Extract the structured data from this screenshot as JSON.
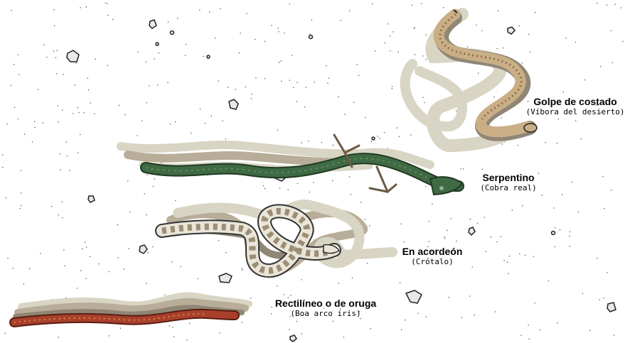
{
  "diagram": {
    "colors": {
      "background": "#ffffff",
      "shadow_light": "#d9d5c4",
      "shadow_mid": "#b8ad98",
      "shadow_dark": "#8f8676",
      "sidewinder": "#c9ae86",
      "cobra": "#3f6a44",
      "rattlesnake": "#e9e5d8",
      "boa": "#a8402c"
    },
    "snakes": [
      {
        "name": "Golpe de costado",
        "species": "(Víbora del desierto)",
        "icon": "sidewinder-snake"
      },
      {
        "name": "Serpentino",
        "species": "(Cobra real)",
        "icon": "king-cobra-snake"
      },
      {
        "name": "En acordeón",
        "species": "(Crótalo)",
        "icon": "rattlesnake-snake"
      },
      {
        "name": "Rectilíneo o de oruga",
        "species": "(Boa arco iris)",
        "icon": "rainbow-boa-snake"
      }
    ]
  }
}
